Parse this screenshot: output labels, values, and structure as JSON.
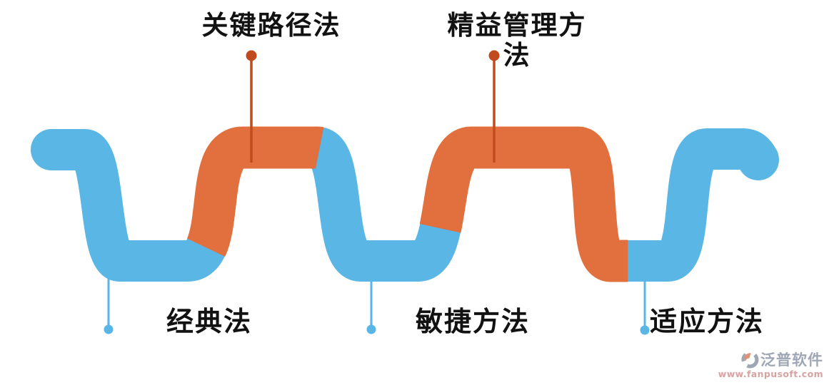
{
  "diagram": {
    "stages": [
      {
        "label": "经典法",
        "position": "bottom",
        "color": "blue"
      },
      {
        "label": "关键路径法",
        "position": "top",
        "color": "orange"
      },
      {
        "label": "敏捷方法",
        "position": "bottom",
        "color": "blue"
      },
      {
        "label": "精益管理方法",
        "position": "top",
        "color": "orange"
      },
      {
        "label": "适应方法",
        "position": "bottom",
        "color": "blue"
      }
    ],
    "colors": {
      "wave_blue": "#5AB6E4",
      "wave_orange": "#E2703E",
      "orange_leader_line": "#C14B1E",
      "blue_leader_line": "#5AB6E4",
      "label_text": "#121212"
    }
  },
  "watermark": {
    "brand": "泛普软件",
    "url": "www.fanpusoft.com"
  }
}
